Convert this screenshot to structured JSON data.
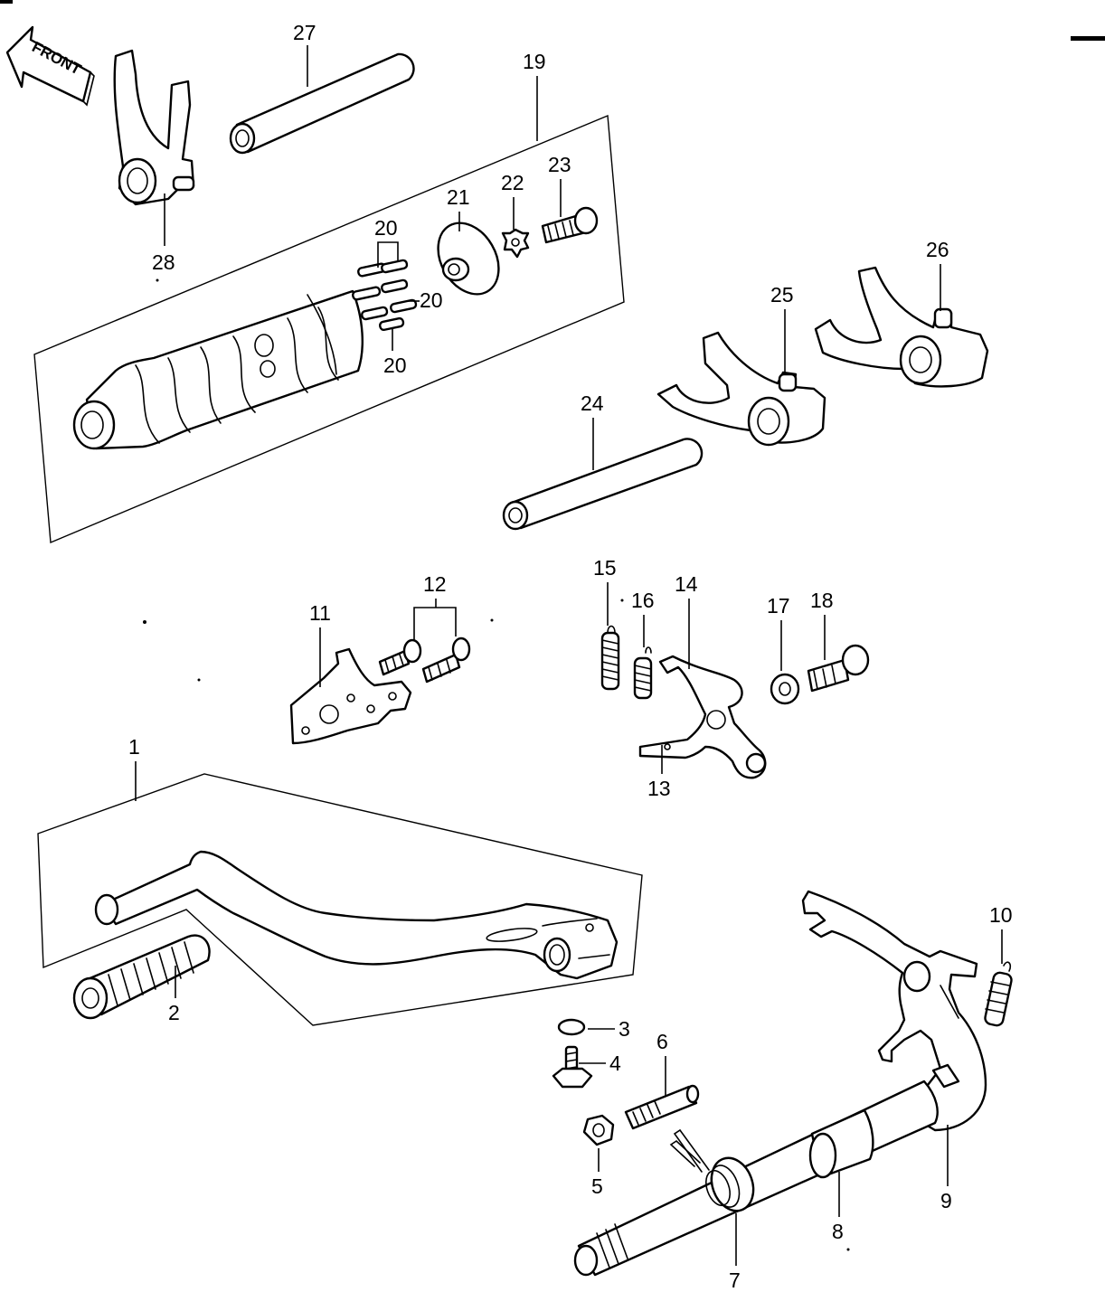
{
  "front_arrow": {
    "label": "FRONT"
  },
  "callouts": {
    "c1": "1",
    "c2": "2",
    "c3": "3",
    "c4": "4",
    "c5": "5",
    "c6": "6",
    "c7": "7",
    "c8": "8",
    "c9": "9",
    "c10": "10",
    "c11": "11",
    "c12": "12",
    "c13": "13",
    "c14": "14",
    "c15": "15",
    "c16": "16",
    "c17": "17",
    "c18": "18",
    "c19": "19",
    "c20a": "20",
    "c20b": "20",
    "c20c": "20",
    "c21": "21",
    "c22": "22",
    "c23": "23",
    "c24": "24",
    "c25": "25",
    "c26": "26",
    "c27": "27",
    "c28": "28"
  }
}
